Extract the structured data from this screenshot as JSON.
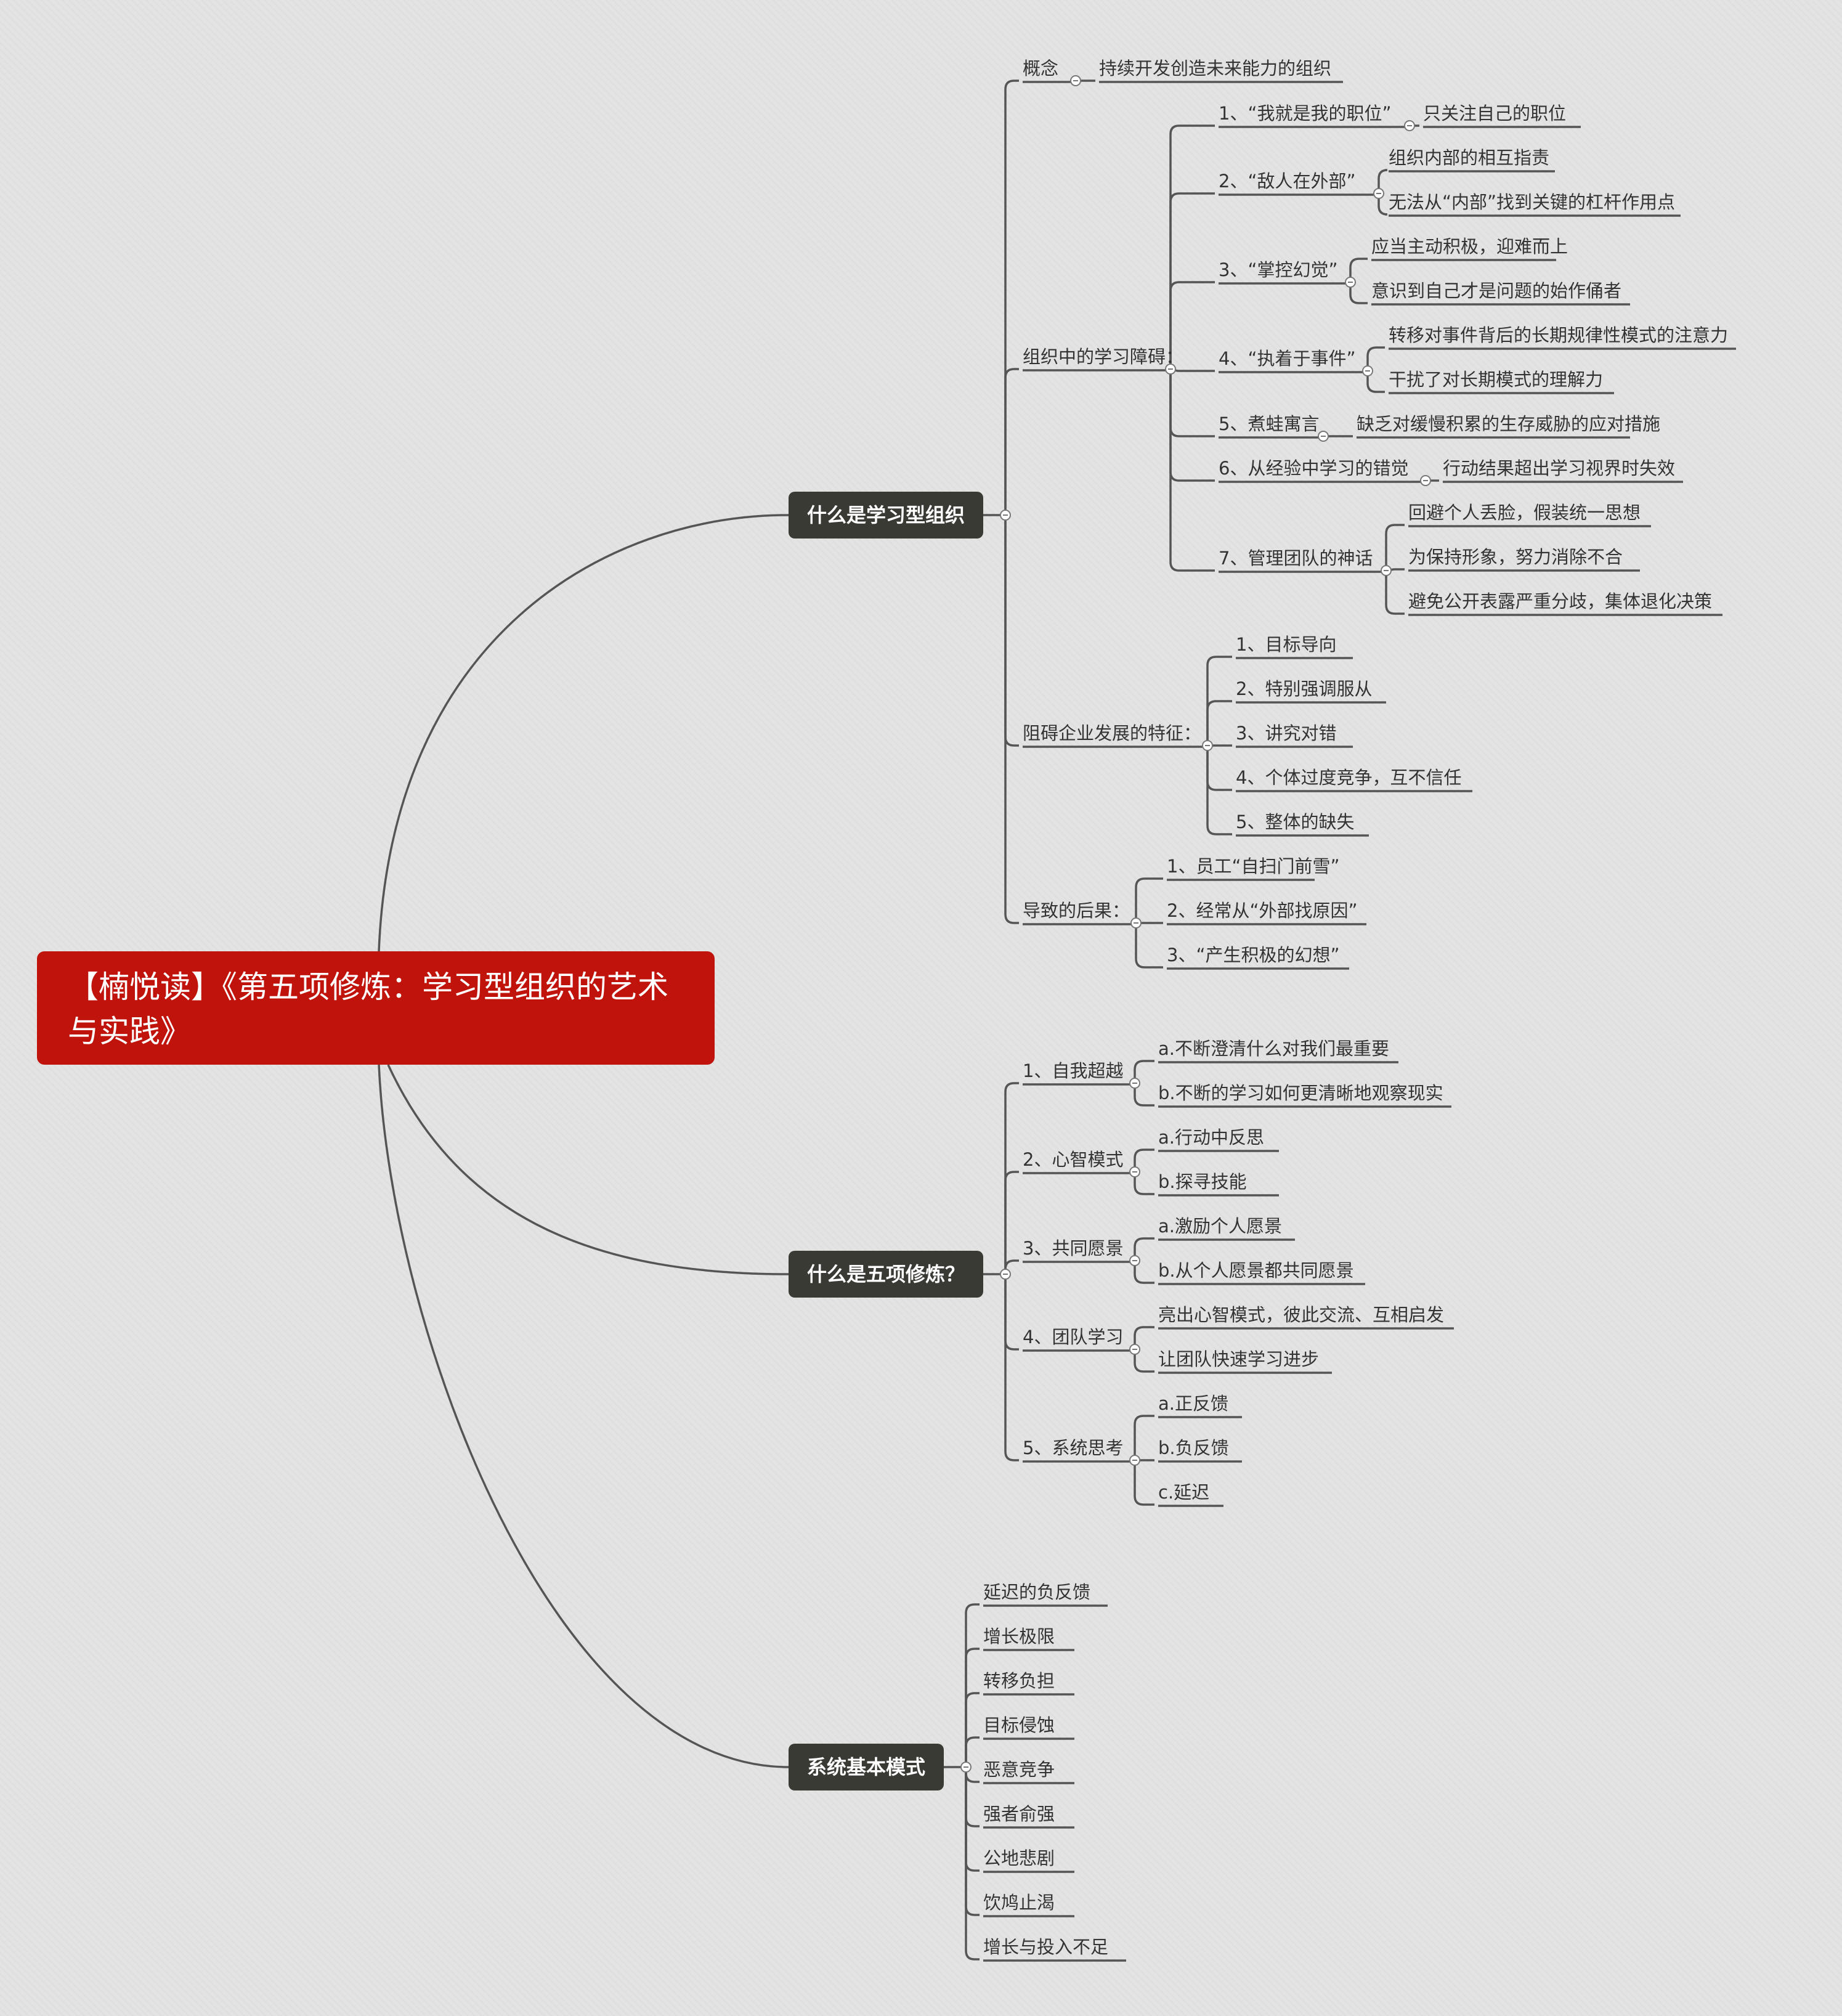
{
  "root": {
    "title": "【楠悦读】《第五项修炼：学习型组织的艺术与实践》"
  },
  "branches": [
    {
      "label": "什么是学习型组织",
      "children": [
        {
          "label": "概念",
          "children": [
            {
              "label": "持续开发创造未来能力的组织"
            }
          ]
        },
        {
          "label": "组织中的学习障碍：",
          "children": [
            {
              "label": "1、“我就是我的职位”",
              "children": [
                {
                  "label": "只关注自己的职位"
                }
              ]
            },
            {
              "label": "2、“敌人在外部”",
              "children": [
                {
                  "label": "组织内部的相互指责"
                },
                {
                  "label": "无法从“内部”找到关键的杠杆作用点"
                }
              ]
            },
            {
              "label": "3、“掌控幻觉”",
              "children": [
                {
                  "label": "应当主动积极，迎难而上"
                },
                {
                  "label": "意识到自己才是问题的始作俑者"
                }
              ]
            },
            {
              "label": "4、“执着于事件”",
              "children": [
                {
                  "label": "转移对事件背后的长期规律性模式的注意力"
                },
                {
                  "label": "干扰了对长期模式的理解力"
                }
              ]
            },
            {
              "label": "5、煮蛙寓言",
              "children": [
                {
                  "label": "缺乏对缓慢积累的生存威胁的应对措施"
                }
              ]
            },
            {
              "label": "6、从经验中学习的错觉",
              "children": [
                {
                  "label": "行动结果超出学习视界时失效"
                }
              ]
            },
            {
              "label": "7、管理团队的神话",
              "children": [
                {
                  "label": "回避个人丢脸，假装统一思想"
                },
                {
                  "label": "为保持形象，努力消除不合"
                },
                {
                  "label": "避免公开表露严重分歧，集体退化决策"
                }
              ]
            }
          ]
        },
        {
          "label": "阻碍企业发展的特征：",
          "children": [
            {
              "label": "1、目标导向"
            },
            {
              "label": "2、特别强调服从"
            },
            {
              "label": "3、讲究对错"
            },
            {
              "label": "4、个体过度竞争，互不信任"
            },
            {
              "label": "5、整体的缺失"
            }
          ]
        },
        {
          "label": "导致的后果：",
          "children": [
            {
              "label": "1、员工“自扫门前雪”"
            },
            {
              "label": "2、经常从“外部找原因”"
            },
            {
              "label": "3、“产生积极的幻想”"
            }
          ]
        }
      ]
    },
    {
      "label": "什么是五项修炼？",
      "children": [
        {
          "label": "1、自我超越",
          "children": [
            {
              "label": "a.不断澄清什么对我们最重要"
            },
            {
              "label": "b.不断的学习如何更清晰地观察现实"
            }
          ]
        },
        {
          "label": "2、心智模式",
          "children": [
            {
              "label": "a.行动中反思"
            },
            {
              "label": "b.探寻技能"
            }
          ]
        },
        {
          "label": "3、共同愿景",
          "children": [
            {
              "label": "a.激励个人愿景"
            },
            {
              "label": "b.从个人愿景都共同愿景"
            }
          ]
        },
        {
          "label": "4、团队学习",
          "children": [
            {
              "label": "亮出心智模式，彼此交流、互相启发"
            },
            {
              "label": "让团队快速学习进步"
            }
          ]
        },
        {
          "label": "5、系统思考",
          "children": [
            {
              "label": "a.正反馈"
            },
            {
              "label": "b.负反馈"
            },
            {
              "label": "c.延迟"
            }
          ]
        }
      ]
    },
    {
      "label": "系统基本模式",
      "children": [
        {
          "label": "延迟的负反馈"
        },
        {
          "label": "增长极限"
        },
        {
          "label": "转移负担"
        },
        {
          "label": "目标侵蚀"
        },
        {
          "label": "恶意竞争"
        },
        {
          "label": "强者俞强"
        },
        {
          "label": "公地悲剧"
        },
        {
          "label": "饮鸠止渴"
        },
        {
          "label": "增长与投入不足"
        }
      ]
    }
  ]
}
